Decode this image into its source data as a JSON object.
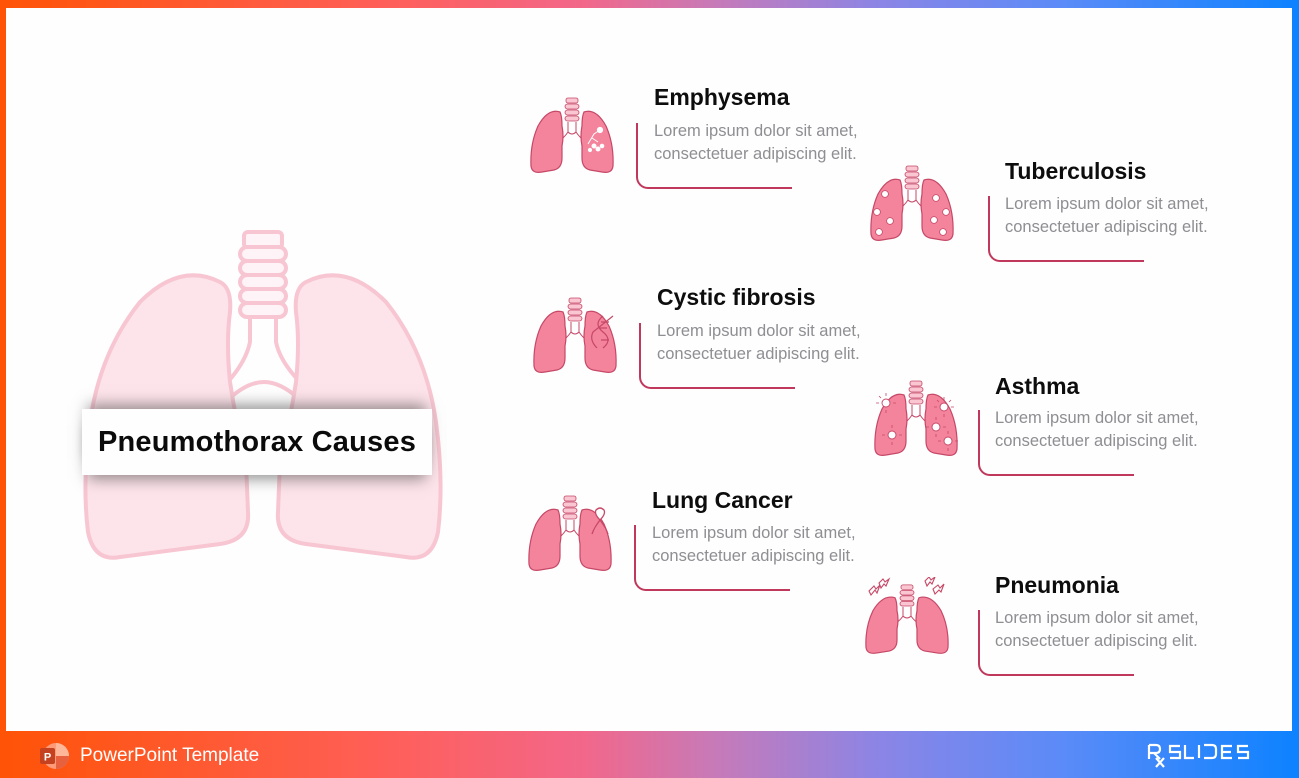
{
  "slide": {
    "title": "Pneumothorax Causes",
    "hero_icon": "lungs-icon",
    "colors": {
      "accent_line": "#c0395c",
      "icon_fill": "#f4849c",
      "icon_outline": "#c64867",
      "hero_fill": "#fde4ea",
      "hero_outline": "#f7c6d2",
      "title_text": "#0d0d0d",
      "body_text": "#8e8e93"
    },
    "causes": [
      {
        "title": "Emphysema",
        "icon": "lungs-emphysema-icon",
        "desc_line1": "Lorem ipsum dolor sit amet,",
        "desc_line2": "consectetuer adipiscing elit."
      },
      {
        "title": "Tuberculosis",
        "icon": "lungs-tuberculosis-icon",
        "desc_line1": "Lorem ipsum dolor sit amet,",
        "desc_line2": "consectetuer adipiscing elit."
      },
      {
        "title": "Cystic fibrosis",
        "icon": "lungs-dna-icon",
        "desc_line1": "Lorem ipsum dolor sit amet,",
        "desc_line2": "consectetuer adipiscing elit."
      },
      {
        "title": "Asthma",
        "icon": "lungs-asthma-icon",
        "desc_line1": "Lorem ipsum dolor sit amet,",
        "desc_line2": "consectetuer adipiscing elit."
      },
      {
        "title": "Lung Cancer",
        "icon": "lungs-cancer-ribbon-icon",
        "desc_line1": "Lorem ipsum dolor sit amet,",
        "desc_line2": "consectetuer adipiscing elit."
      },
      {
        "title": "Pneumonia",
        "icon": "lungs-pneumonia-icon",
        "desc_line1": "Lorem ipsum dolor sit amet,",
        "desc_line2": "consectetuer adipiscing elit."
      }
    ]
  },
  "footer": {
    "app_icon": "powerpoint-icon",
    "label": "PowerPoint Template",
    "brand": "RX SLIDES",
    "brand_icon": "rxslides-logo"
  },
  "frame": {
    "gradient_start": "#ff5306",
    "gradient_mid": "#f2678a",
    "gradient_end": "#0d82ff"
  }
}
